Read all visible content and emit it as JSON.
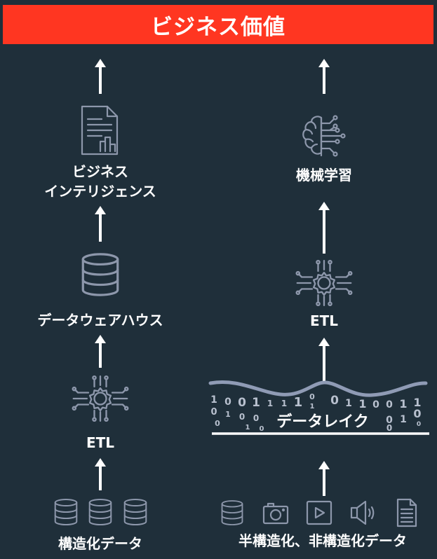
{
  "banner": {
    "title": "ビジネス価値",
    "color": "#ff3621"
  },
  "left": {
    "bi_line1": "ビジネス",
    "bi_line2": "インテリジェンス",
    "warehouse": "データウェアハウス",
    "etl": "ETL",
    "source": "構造化データ",
    "icons": [
      "report-icon",
      "database-icon",
      "chip-icon",
      "database-icon",
      "database-icon",
      "database-icon"
    ]
  },
  "right": {
    "ml": "機械学習",
    "etl": "ETL",
    "lake": "データレイク",
    "lake_binary": "100111100110011010010100100000",
    "source": "半構造化、非構造化データ",
    "icons": [
      "brain-icon",
      "chip-icon",
      "database-icon",
      "camera-icon",
      "video-play-icon",
      "speaker-icon",
      "document-icon"
    ]
  },
  "colors": {
    "background": "#1f2f3a",
    "icon": "#8d97ab",
    "wave": "#8f9bb5"
  }
}
